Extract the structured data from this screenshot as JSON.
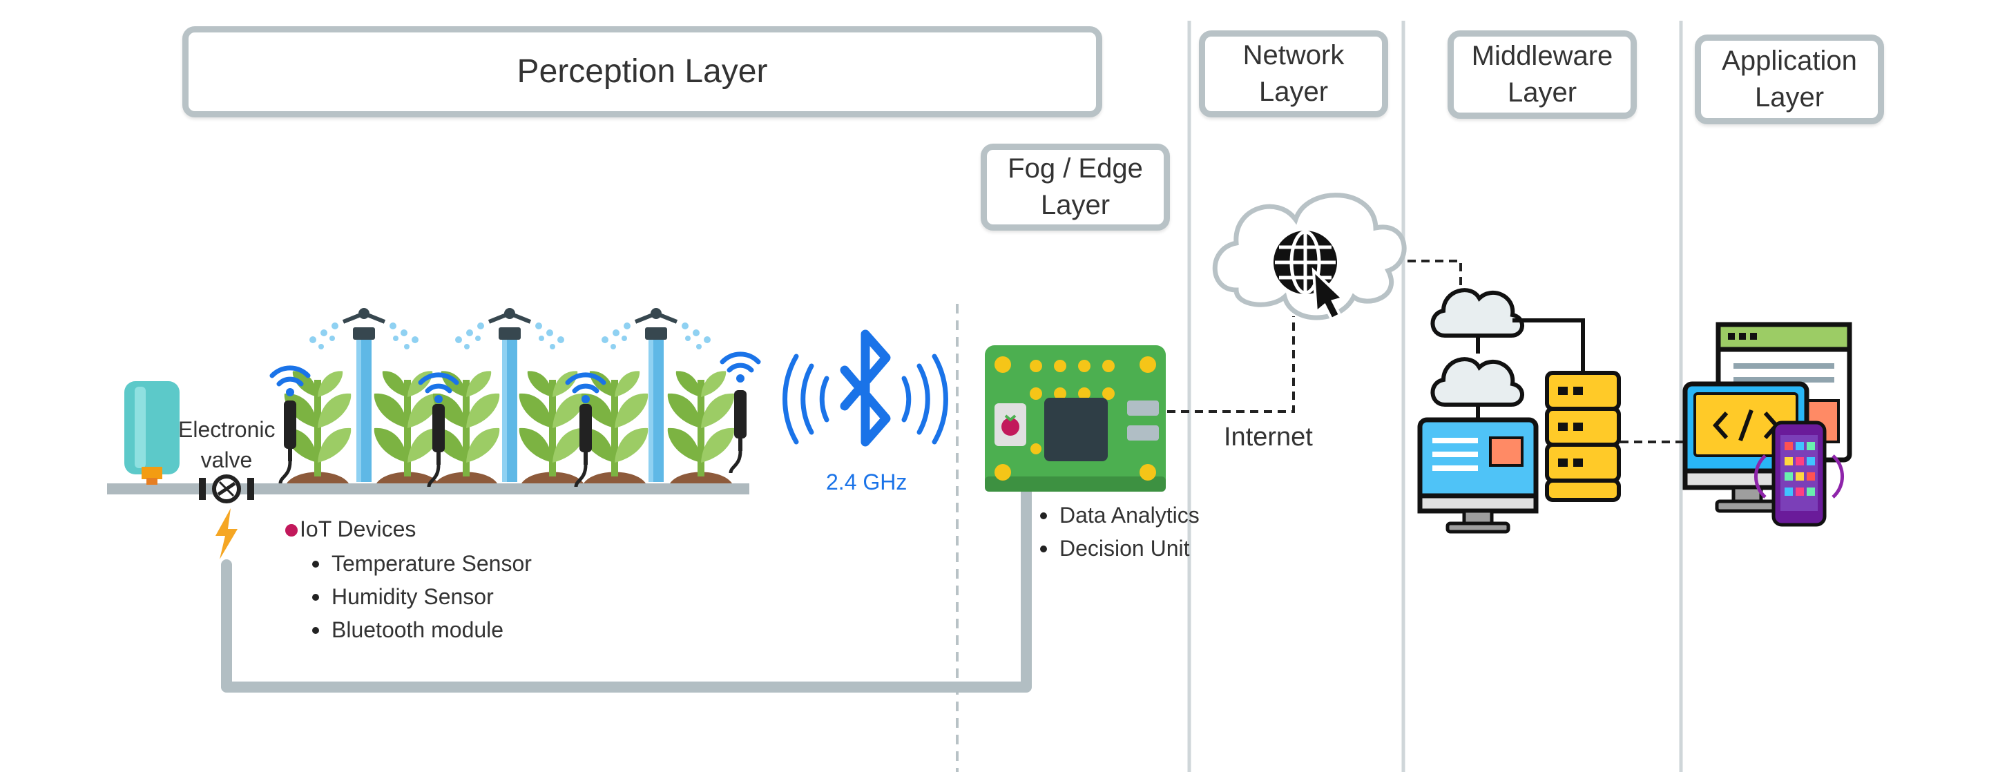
{
  "layers": {
    "perception": "Perception Layer",
    "fog_edge": [
      "Fog / Edge",
      "Layer"
    ],
    "network": [
      "Network",
      "Layer"
    ],
    "middleware": [
      "Middleware",
      "Layer"
    ],
    "application": [
      "Application",
      "Layer"
    ]
  },
  "labels": {
    "valve": [
      "Electronic",
      "valve"
    ],
    "bluetooth_freq": "2.4 GHz",
    "internet": "Internet"
  },
  "iot": {
    "title": "IoT Devices",
    "items": [
      "Temperature Sensor",
      "Humidity Sensor",
      "Bluetooth module"
    ]
  },
  "edge_functions": [
    "Data Analytics",
    "Decision Unit"
  ],
  "colors": {
    "box_border": "#b8c2c6",
    "pipe": "#aeb9be",
    "bluetooth": "#1a73e8",
    "board": "#4caf50",
    "bullet_red": "#c2185b"
  },
  "icons": {
    "water_tank": "water-tank-icon",
    "valve": "valve-icon",
    "lightning": "lightning-icon",
    "plant": "plant-icon",
    "sprinkler": "sprinkler-icon",
    "sensor": "soil-sensor-icon",
    "wifi": "wifi-icon",
    "bluetooth": "bluetooth-icon",
    "board": "raspberry-pi-board-icon",
    "cloud": "cloud-globe-icon",
    "server": "cloud-server-icon",
    "app": "app-devices-icon"
  }
}
